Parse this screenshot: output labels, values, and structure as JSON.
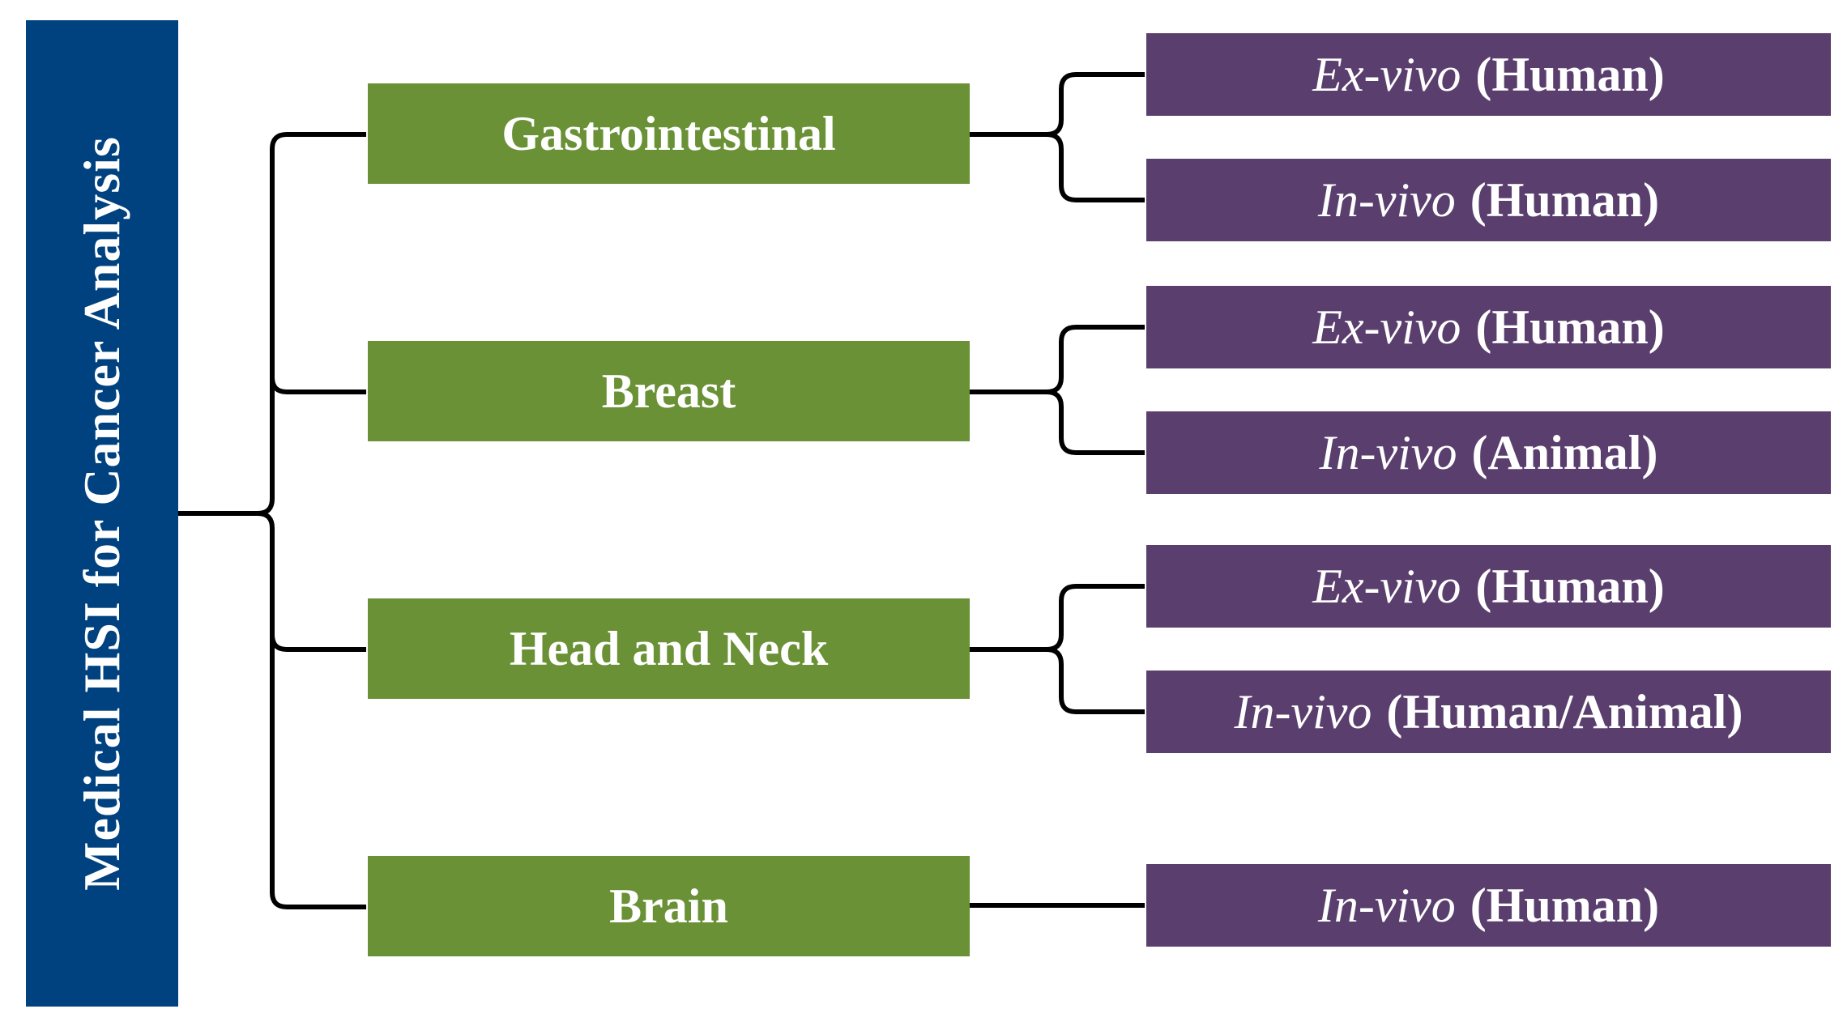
{
  "root": {
    "label": "Medical HSI for Cancer Analysis",
    "color": "#00427f"
  },
  "colors": {
    "category": "#6a9136",
    "leaf": "#5a3f6e",
    "connector": "#000000"
  },
  "categories": [
    {
      "label": "Gastrointestinal",
      "children": [
        {
          "italic": "Ex-vivo",
          "plain": "(Human)"
        },
        {
          "italic": "In-vivo",
          "plain": "(Human)"
        }
      ]
    },
    {
      "label": "Breast",
      "children": [
        {
          "italic": "Ex-vivo",
          "plain": "(Human)"
        },
        {
          "italic": "In-vivo",
          "plain": "(Animal)"
        }
      ]
    },
    {
      "label": "Head and Neck",
      "children": [
        {
          "italic": "Ex-vivo",
          "plain": "(Human)"
        },
        {
          "italic": "In-vivo",
          "plain": "(Human/Animal)"
        }
      ]
    },
    {
      "label": "Brain",
      "children": [
        {
          "italic": "In-vivo",
          "plain": "(Human)"
        }
      ]
    }
  ]
}
